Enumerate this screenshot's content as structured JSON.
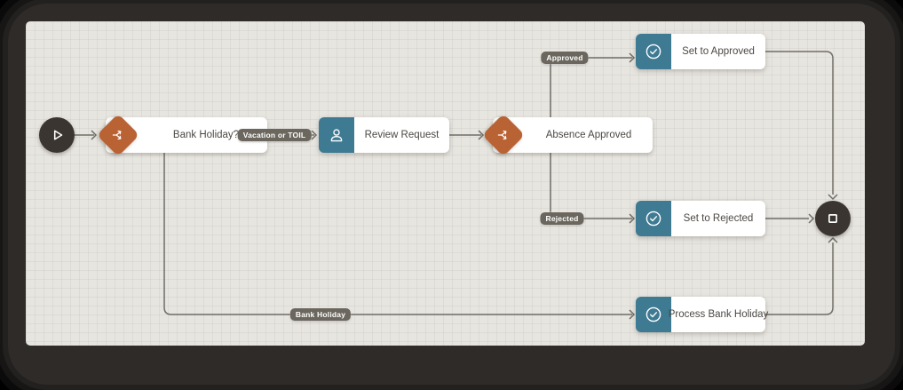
{
  "workflow": {
    "nodes": [
      {
        "id": "start",
        "type": "start-event",
        "icon": "play-icon",
        "label": ""
      },
      {
        "id": "bank-holiday-gateway",
        "type": "gateway",
        "icon": "branch-icon",
        "label": "Bank Holiday?"
      },
      {
        "id": "review-request",
        "type": "user-task",
        "icon": "user-icon",
        "label": "Review Request"
      },
      {
        "id": "absence-approved-gateway",
        "type": "gateway",
        "icon": "branch-icon",
        "label": "Absence Approved"
      },
      {
        "id": "set-to-approved",
        "type": "service-task",
        "icon": "check-circle-icon",
        "label": "Set to Approved"
      },
      {
        "id": "set-to-rejected",
        "type": "service-task",
        "icon": "check-circle-icon",
        "label": "Set to Rejected"
      },
      {
        "id": "process-bank-holiday",
        "type": "service-task",
        "icon": "check-circle-icon",
        "label": "Process Bank Holiday"
      },
      {
        "id": "end",
        "type": "end-event",
        "icon": "stop-icon",
        "label": ""
      }
    ],
    "edge_labels": [
      {
        "id": "vacation-or-toil",
        "label": "Vacation or TOIL"
      },
      {
        "id": "approved",
        "label": "Approved"
      },
      {
        "id": "rejected",
        "label": "Rejected"
      },
      {
        "id": "bank-holiday",
        "label": "Bank Holiday"
      }
    ],
    "palette": {
      "frame": "#2e2b28",
      "canvas": "#e7e5e0",
      "card": "#ffffff",
      "gateway": "#b96233",
      "task": "#3e7b93",
      "event": "#3a3530",
      "edge": "#716d66",
      "badge": "#6b675e",
      "badge_text": "#ffffff",
      "label_text": "#4c4843"
    }
  }
}
